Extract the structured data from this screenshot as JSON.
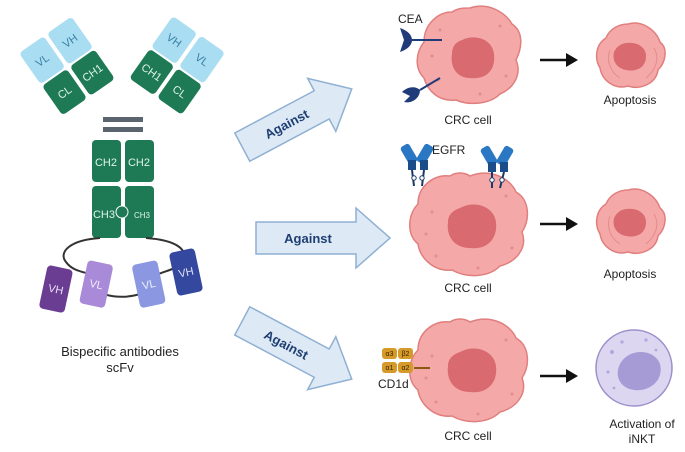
{
  "antibody": {
    "domains": {
      "vh": "VH",
      "vl": "VL",
      "ch1": "CH1",
      "cl": "CL",
      "ch2": "CH2",
      "ch3": "CH3"
    },
    "caption_line1": "Bispecific antibodies",
    "caption_line2": "scFv"
  },
  "arrows": [
    {
      "label": "Against"
    },
    {
      "label": "Against"
    },
    {
      "label": "Against"
    }
  ],
  "rows": [
    {
      "receptor_label": "CEA",
      "cell_label": "CRC cell",
      "outcome_label": "Apoptosis"
    },
    {
      "receptor_label": "EGFR",
      "cell_label": "CRC cell",
      "outcome_label": "Apoptosis"
    },
    {
      "receptor_label": "CD1d",
      "cell_label": "CRC cell",
      "outcome_line1": "Activation of",
      "outcome_line2": "iNKT",
      "cd1d_domains": {
        "a3": "α3",
        "b2": "β2",
        "a1": "α1",
        "a2": "α2"
      }
    }
  ],
  "colors": {
    "vh_light": "#a9ddf2",
    "constant_green": "#1e7a55",
    "cell_fill": "#f4a9a8",
    "cell_stroke": "#e07f7e",
    "nucleus": "#d96a6f",
    "arrow_fill": "#dde9f5",
    "arrow_stroke": "#8fb0d3",
    "arrow_text": "#1f3f73",
    "receptor_blue": "#1f5fa8",
    "cd1d_gold": "#d59a2a",
    "nkt_fill": "#dcd6f0",
    "nkt_nucleus": "#a79bd6"
  }
}
